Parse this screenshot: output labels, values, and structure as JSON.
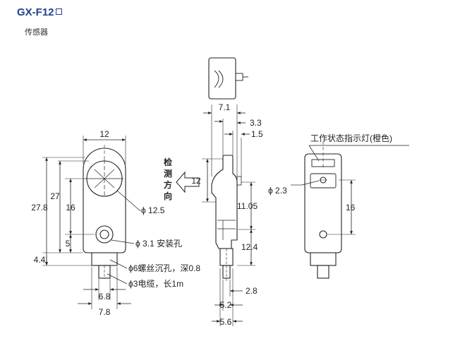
{
  "header": {
    "title": "GX-F12",
    "subtitle": "传感器"
  },
  "front_view": {
    "dim_width": "12",
    "dim_27": "27",
    "dim_27_8": "27.8",
    "dim_16": "16",
    "dim_5": "5",
    "dim_4_4": "4.4",
    "dim_6_8": "6.8",
    "dim_7_8": "7.8",
    "note_face": "ϕ 12.5",
    "note_hole": "ϕ 3.1 安装孔",
    "note_screw": "ϕ6螺丝沉孔，深0.8",
    "note_cable": "ϕ3电缆，长1m"
  },
  "side_view": {
    "dim_7_1": "7.1",
    "dim_3_3": "3.3",
    "dim_1_5": "1.5",
    "dim_12": "12",
    "dim_11_05": "11.05",
    "dim_12_4": "12.4",
    "dim_2_8": "2.8",
    "dim_5_2": "5.2",
    "dim_5_6": "5.6",
    "direction_chars": [
      "检",
      "测",
      "方",
      "向"
    ]
  },
  "back_view": {
    "indicator_label": "工作状态指示灯(橙色)",
    "dim_2_3": "ϕ 2.3",
    "dim_16": "16"
  }
}
